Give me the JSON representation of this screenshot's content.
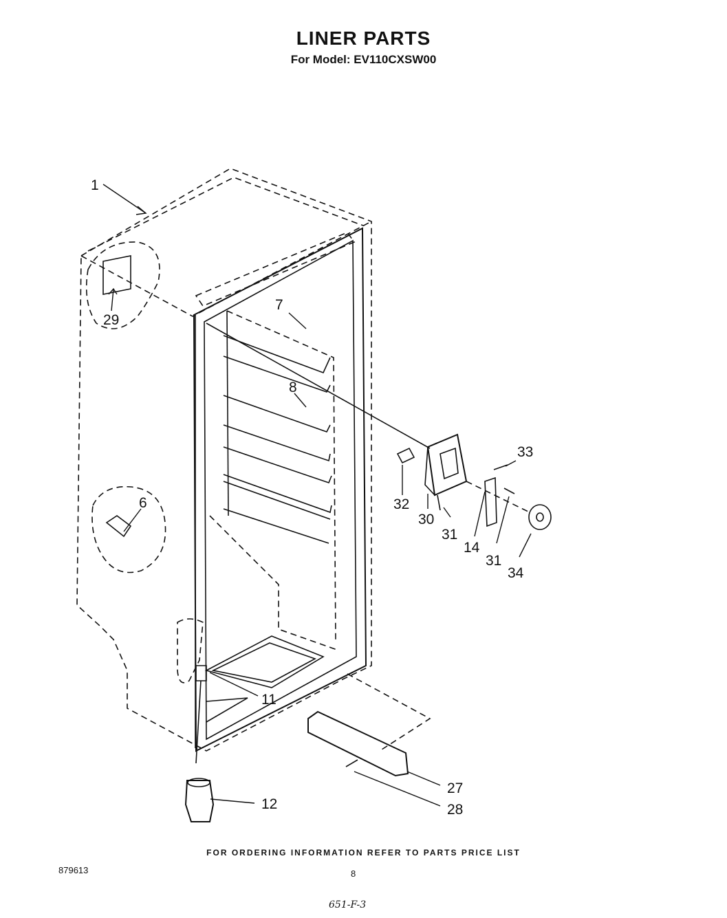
{
  "header": {
    "title": "LINER PARTS",
    "subtitle": "For Model: EV110CXSW00"
  },
  "callouts": [
    "1",
    "29",
    "7",
    "8",
    "6",
    "33",
    "32",
    "30",
    "31",
    "14",
    "31",
    "34",
    "11",
    "27",
    "28",
    "12"
  ],
  "footer": {
    "note": "FOR ORDERING INFORMATION REFER TO PARTS PRICE LIST",
    "doc_number": "879613",
    "page_number": "8",
    "handwritten": "651-F-3"
  }
}
